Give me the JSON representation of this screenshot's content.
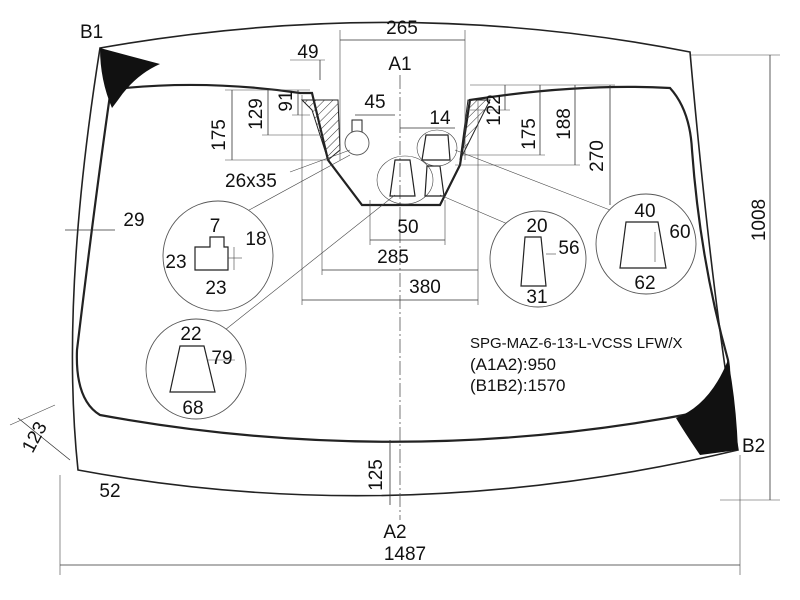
{
  "markers": {
    "b1": "B1",
    "b2": "B2",
    "a1": "A1",
    "a2": "A2"
  },
  "dimensions": {
    "total_width": "1487",
    "total_height": "1008",
    "top_bracket_width": "265",
    "d49": "49",
    "d45": "45",
    "d14": "14",
    "d91": "91",
    "d129": "129",
    "d175_left": "175",
    "d122": "122",
    "d175_right": "175",
    "d188": "188",
    "d270": "270",
    "d26x35": "26x35",
    "d29": "29",
    "d50": "50",
    "d285": "285",
    "d380": "380",
    "d123": "123",
    "d52": "52",
    "d125": "125"
  },
  "details": {
    "sensor_pad": {
      "top": "7",
      "left": "23",
      "right": "18",
      "bottom": "23"
    },
    "trap_small": {
      "top": "20",
      "right": "56",
      "bottom": "31"
    },
    "trap_wide": {
      "top": "40",
      "right": "60",
      "bottom": "62"
    },
    "trap_lower": {
      "top": "22",
      "right": "79",
      "bottom": "68"
    }
  },
  "info": {
    "code": "SPG-MAZ-6-13-L-VCSS LFW/X",
    "a1a2": "(A1A2):950",
    "b1b2": "(B1B2):1570"
  }
}
